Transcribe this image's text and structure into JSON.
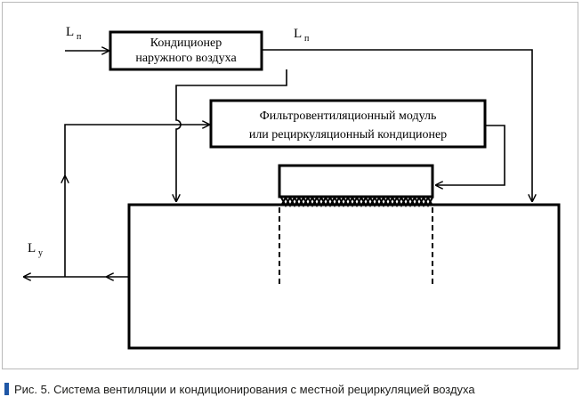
{
  "diagram": {
    "boxes": {
      "outdoor_conditioner": [
        "Кондиционер",
        "наружного воздуха"
      ],
      "fan_filter_module": [
        "Фильтровентиляционный модуль",
        "или  рециркуляционный кондиционер"
      ]
    },
    "labels": {
      "supply_in": {
        "main": "L",
        "sub": "п"
      },
      "supply_out": {
        "main": "L",
        "sub": "п"
      },
      "exhaust": {
        "main": "L",
        "sub": "у"
      }
    }
  },
  "caption": {
    "text": "Рис. 5. Система вентиляции и кондиционирования с местной рециркуляцией воздуха",
    "marker_color": "#1f57a6"
  }
}
